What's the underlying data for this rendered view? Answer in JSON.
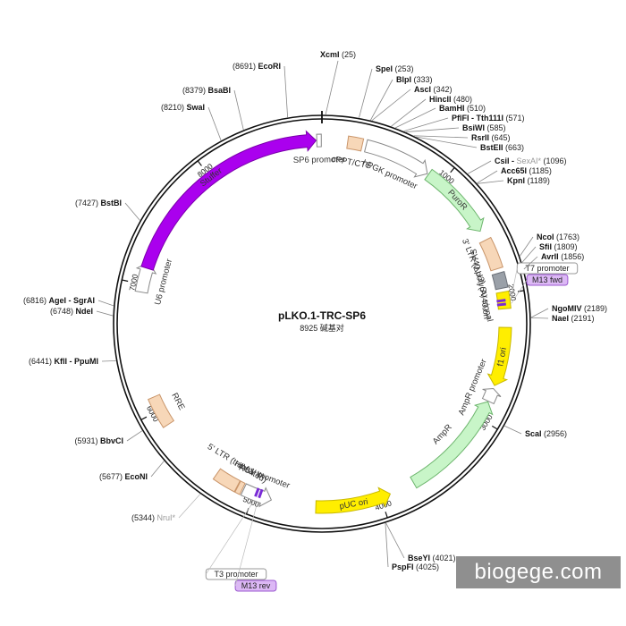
{
  "plasmid": {
    "name": "pLKO.1-TRC-SP6",
    "length": 8925,
    "length_text": "8925 碱基对"
  },
  "ring": {
    "ticks": [
      {
        "pos": 1000,
        "label": "1000"
      },
      {
        "pos": 2000,
        "label": "2000"
      },
      {
        "pos": 3000,
        "label": "3000"
      },
      {
        "pos": 4000,
        "label": "4000"
      },
      {
        "pos": 5000,
        "label": "5000"
      },
      {
        "pos": 6000,
        "label": "6000"
      },
      {
        "pos": 7000,
        "label": "7000"
      },
      {
        "pos": 8000,
        "label": "8000"
      }
    ]
  },
  "features": [
    {
      "name": "cPPT/CTS",
      "start": 200,
      "end": 315,
      "type": "box",
      "color": "#f7d7b8",
      "stroke": "#c9956a",
      "track": 0
    },
    {
      "name": "hPGK promoter",
      "start": 345,
      "end": 870,
      "type": "arrow",
      "dir": 1,
      "color": "#ffffff",
      "stroke": "#888888",
      "track": 0
    },
    {
      "name": "PuroR",
      "start": 880,
      "end": 1480,
      "type": "arrow",
      "dir": 1,
      "color": "#c8f5c8",
      "stroke": "#6db56d",
      "track": 0,
      "inside": true
    },
    {
      "name": "3' LTR (ΔU3)",
      "start": 1560,
      "end": 1800,
      "type": "box",
      "color": "#f7d7b8",
      "stroke": "#c9956a",
      "track": 0
    },
    {
      "name": "SV40 poly(A) signal",
      "start": 1835,
      "end": 1955,
      "type": "box",
      "color": "#9aa0a8",
      "stroke": "#6b7078",
      "track": 0
    },
    {
      "name": "SV40 ori",
      "start": 1985,
      "end": 2115,
      "type": "box",
      "color": "#ffee00",
      "stroke": "#c8b800",
      "track": 0
    },
    {
      "name": "f1 ori",
      "start": 2260,
      "end": 2720,
      "type": "arrow",
      "dir": 1,
      "color": "#ffee00",
      "stroke": "#c8b800",
      "track": 0,
      "inside": true
    },
    {
      "name": "AmpR promoter",
      "start": 2745,
      "end": 2850,
      "type": "arrow",
      "dir": -1,
      "color": "#ffffff",
      "stroke": "#888888",
      "track": 0
    },
    {
      "name": "AmpR",
      "start": 2855,
      "end": 3720,
      "type": "arrow",
      "dir": -1,
      "color": "#c8f5c8",
      "stroke": "#6db56d",
      "track": 0
    },
    {
      "name": "pUC ori",
      "start": 3920,
      "end": 4510,
      "type": "arrow",
      "dir": -1,
      "color": "#ffee00",
      "stroke": "#c8b800",
      "track": 0,
      "inside": true
    },
    {
      "name": "RSV promoter",
      "start": 4860,
      "end": 5090,
      "type": "arrow",
      "dir": -1,
      "color": "#ffffff",
      "stroke": "#888888",
      "track": 0
    },
    {
      "name": "5' LTR (truncated)",
      "start": 5145,
      "end": 5330,
      "type": "box",
      "color": "#f7d7b8",
      "stroke": "#c9956a",
      "track": 0
    },
    {
      "name": "HIV-1 Ψ",
      "start": 5100,
      "end": 5140,
      "type": "box",
      "color": "#f7d7b8",
      "stroke": "#c9956a",
      "track": 0
    },
    {
      "name": "RRE",
      "start": 5870,
      "end": 6110,
      "type": "box",
      "color": "#f7d7b8",
      "stroke": "#c9956a",
      "track": 0
    },
    {
      "name": "U6 promoter",
      "start": 6940,
      "end": 7180,
      "type": "arrow",
      "dir": 1,
      "color": "#ffffff",
      "stroke": "#888888",
      "track": 0
    },
    {
      "name": "Stuffer",
      "start": 7130,
      "end": 8880,
      "type": "arrow",
      "dir": 1,
      "color": "#aa00ee",
      "stroke": "#7a00aa",
      "track": 0,
      "inside": true,
      "labelColor": "#ffffff"
    },
    {
      "name": "SP6 promoter",
      "start": 8885,
      "end": 8920,
      "type": "box",
      "color": "#ffffff",
      "stroke": "#888888",
      "track": 0
    }
  ],
  "primers": [
    {
      "name": "T7 promoter",
      "pos": 2050,
      "style": "white"
    },
    {
      "name": "M13 fwd",
      "pos": 2080,
      "style": "purple"
    },
    {
      "name": "T3 promoter",
      "pos": 4985,
      "style": "white"
    },
    {
      "name": "M13 rev",
      "pos": 4955,
      "style": "purple"
    }
  ],
  "sites": [
    {
      "name": "XcmI",
      "pos": 25,
      "side": "top"
    },
    {
      "name": "SpeI",
      "pos": 253
    },
    {
      "name": "BlpI",
      "pos": 333
    },
    {
      "name": "AscI",
      "pos": 342
    },
    {
      "name": "HincII",
      "pos": 480
    },
    {
      "name": "BamHI",
      "pos": 510
    },
    {
      "name": "PflFI - Tth111I",
      "pos": 571
    },
    {
      "name": "BsiWI",
      "pos": 585
    },
    {
      "name": "RsrII",
      "pos": 645
    },
    {
      "name": "BstEII",
      "pos": 663
    },
    {
      "name": "CsiI - ",
      "name2": "SexAI*",
      "pos": 1096
    },
    {
      "name": "Acc65I",
      "pos": 1185
    },
    {
      "name": "KpnI",
      "pos": 1189
    },
    {
      "name": "NcoI",
      "pos": 1763
    },
    {
      "name": "SfiI",
      "pos": 1809
    },
    {
      "name": "AvrII",
      "pos": 1856
    },
    {
      "name": "NgoMIV",
      "pos": 2189
    },
    {
      "name": "NaeI",
      "pos": 2191
    },
    {
      "name": "ScaI",
      "pos": 2956
    },
    {
      "name": "BseYI",
      "pos": 4021
    },
    {
      "name": "PspFI",
      "pos": 4025
    },
    {
      "name": "NruI*",
      "pos": 5344,
      "gray": true
    },
    {
      "name": "EcoNI",
      "pos": 5677
    },
    {
      "name": "BbvCI",
      "pos": 5931
    },
    {
      "name": "KflI - PpuMI",
      "pos": 6441
    },
    {
      "name": "NdeI",
      "pos": 6748
    },
    {
      "name": "AgeI - SgrAI",
      "pos": 6816
    },
    {
      "name": "BstBI",
      "pos": 7427
    },
    {
      "name": "SwaI",
      "pos": 8210
    },
    {
      "name": "BsaBI",
      "pos": 8379
    },
    {
      "name": "EcoRI",
      "pos": 8691
    }
  ],
  "watermark": "biogege.com"
}
